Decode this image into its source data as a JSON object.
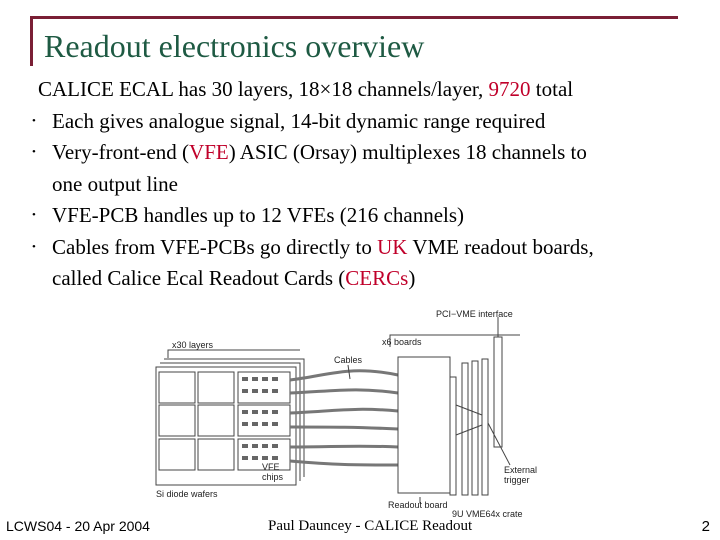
{
  "slide": {
    "title": "Readout electronics overview",
    "intro": {
      "a": "CALICE ECAL has 30 layers, 18",
      "times": "×",
      "b": "18 channels/layer, ",
      "highlight": "9720",
      "c": " total"
    },
    "bullets": [
      {
        "text": "Each gives analogue signal, 14-bit dynamic range required"
      },
      {
        "a": "Very-front-end (",
        "highlight": "VFE",
        "b": ") ASIC (Orsay) multiplexes 18 channels to",
        "cont": "one output line"
      },
      {
        "text": "VFE-PCB handles up to 12 VFEs (216 channels)"
      },
      {
        "a": "Cables from VFE-PCBs go directly to ",
        "highlight": "UK",
        "b": " VME readout boards,",
        "cont_a": "called Calice Ecal Readout Cards (",
        "cont_highlight": "CERCs",
        "cont_b": ")"
      }
    ],
    "bullet_glyph": "•"
  },
  "diagram": {
    "labels": {
      "x30_layers": "x30 layers",
      "cables": "Cables",
      "x6_boards": "x6 boards",
      "pci_vme": "PCI−VME interface",
      "vfe_chips_1": "VFE",
      "vfe_chips_2": "chips",
      "si_wafers": "Si diode wafers",
      "readout_board": "Readout board",
      "external_trigger_1": "External",
      "external_trigger_2": "trigger",
      "crate": "9U VME64x crate"
    }
  },
  "footer": {
    "left": "LCWS04 - 20 Apr 2004",
    "center": "Paul Dauncey - CALICE Readout",
    "page": "2"
  },
  "colors": {
    "title": "#1e5a43",
    "rule": "#7a1f35",
    "highlight": "#c0002a"
  }
}
